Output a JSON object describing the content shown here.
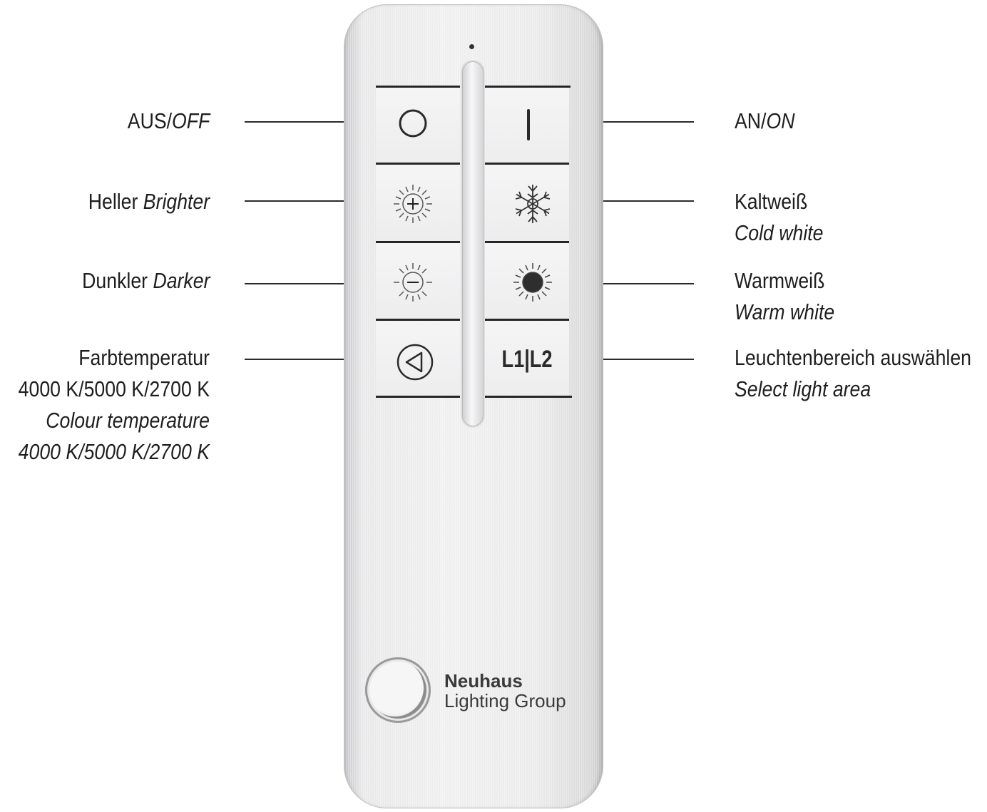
{
  "left_labels": {
    "off": {
      "de": "AUS/",
      "en": "OFF"
    },
    "brighter": {
      "de": "Heller ",
      "en": "Brighter"
    },
    "darker": {
      "de": "Dunkler ",
      "en": "Darker"
    },
    "colour": {
      "de1": "Farbtemperatur",
      "de2": "4000 K/5000 K/2700 K",
      "en1": "Colour temperature",
      "en2": "4000 K/5000 K/2700 K"
    }
  },
  "right_labels": {
    "on": {
      "de": "AN/",
      "en": "ON"
    },
    "cold": {
      "de": "Kaltweiß",
      "en": "Cold white"
    },
    "warm": {
      "de": "Warmweiß",
      "en": "Warm white"
    },
    "area": {
      "de": "Leuchtenbereich auswählen",
      "en": "Select light area"
    }
  },
  "buttons": {
    "l1l2": "L1|L2"
  },
  "brand": {
    "name": "Neuhaus",
    "sub": "Lighting Group"
  },
  "colors": {
    "ink": "#1e1e1e",
    "remote_body": "#eeeeef",
    "button_line": "#262626"
  }
}
